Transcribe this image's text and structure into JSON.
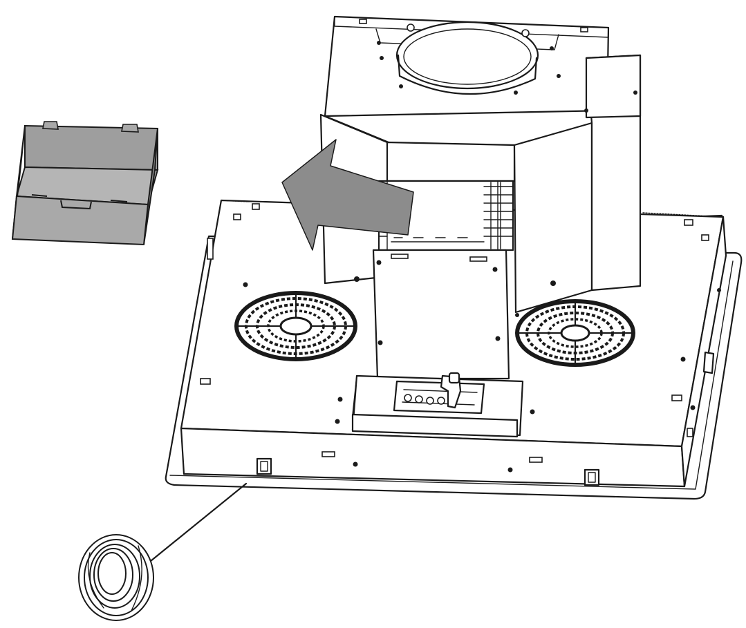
{
  "diagram": {
    "parts": [
      {
        "id": "hood",
        "name": "hood-unit"
      },
      {
        "id": "filter_box",
        "name": "filter-box-part"
      },
      {
        "id": "arrow",
        "name": "removal-direction-arrow"
      },
      {
        "id": "gasket",
        "name": "sealing-gasket-coil"
      }
    ],
    "colors": {
      "line": "#1a1a1a",
      "arrow_fill": "#8c8c8c",
      "box_fill": "#a9a9a9",
      "background": "#ffffff"
    }
  }
}
